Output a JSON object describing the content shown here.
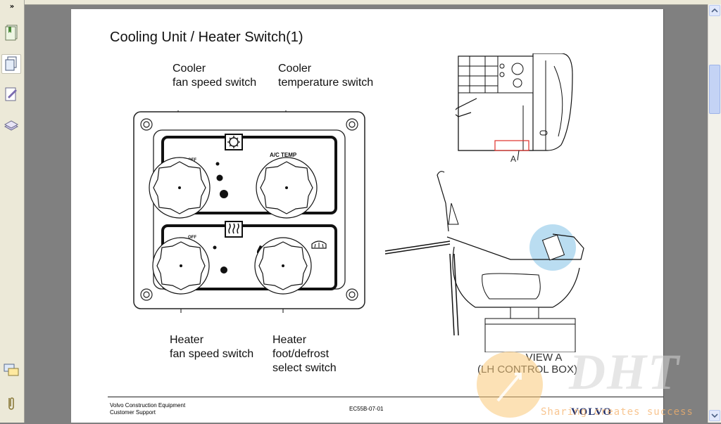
{
  "viewer": {
    "expand_glyph": "»",
    "left_tools": [
      "bookmarks-icon",
      "pages-icon",
      "signatures-icon",
      "layers-icon",
      "comments-icon",
      "attachments-icon"
    ],
    "accent": "#ece9d8"
  },
  "slide": {
    "title": "Cooling Unit / Heater Switch(1)",
    "labels": {
      "cooler_fan": [
        "Cooler",
        "fan speed switch"
      ],
      "cooler_temp": [
        "Cooler",
        "temperature switch"
      ],
      "heater_fan": [
        "Heater",
        "fan speed switch"
      ],
      "heater_select": [
        "Heater",
        "foot/defrost",
        "select switch"
      ]
    },
    "panel_text": {
      "off_top": "OFF",
      "ac_temp": "A/C TEMP",
      "off_bottom": "OFF"
    },
    "view_a_marker": "A",
    "view_a_caption": [
      "VIEW A",
      "(LH CONTROL BOX)"
    ]
  },
  "footer": {
    "company": [
      "Volvo Construction Equipment",
      "Customer Support"
    ],
    "doc_code": "EC55B-07-01",
    "brand": "VOLVO"
  },
  "watermark": {
    "letters": "DHT",
    "tagline": "Sharing creates success"
  }
}
